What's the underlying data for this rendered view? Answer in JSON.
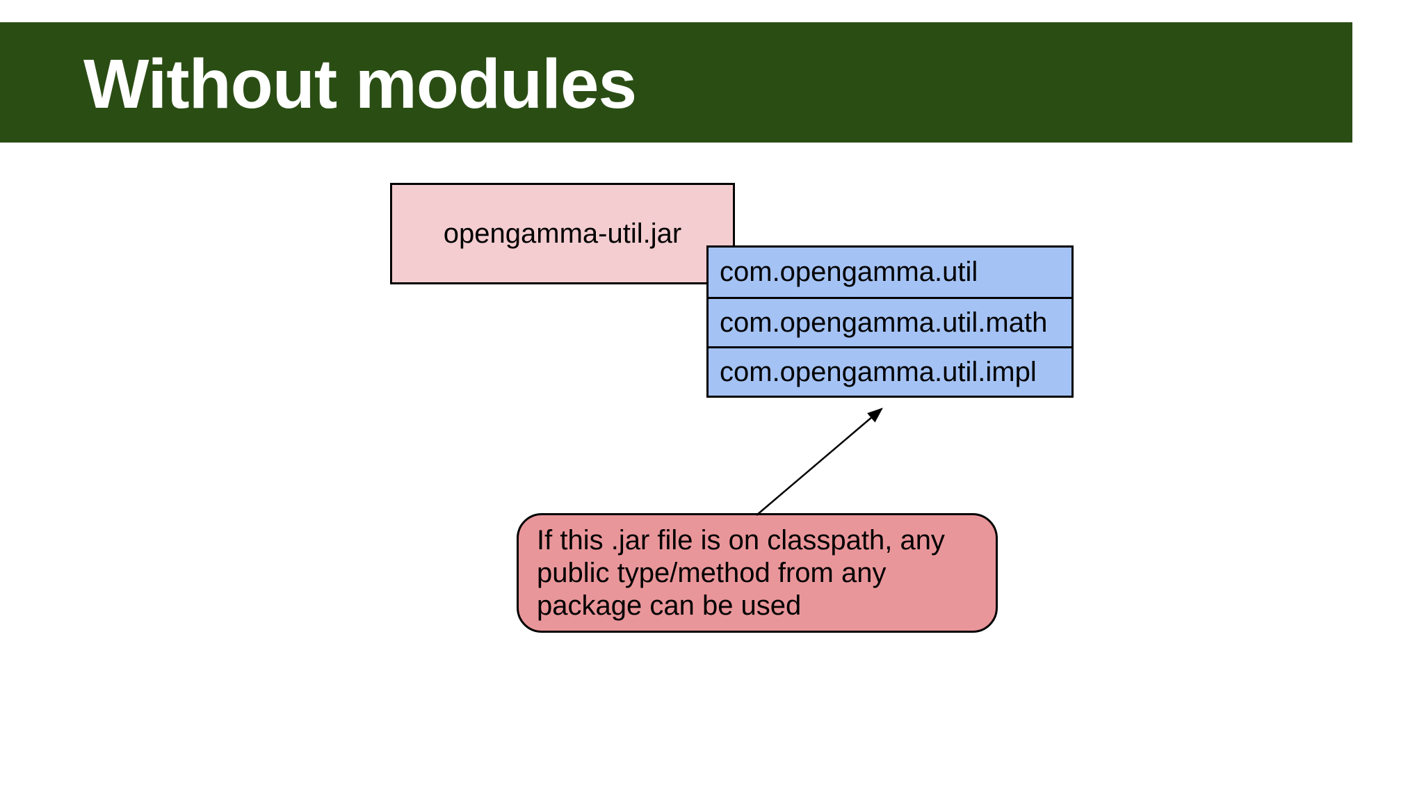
{
  "slide": {
    "title": "Without modules",
    "colors": {
      "background": "#ffffff",
      "banner": "#2a4d14",
      "title_text": "#ffffff",
      "jar_box_fill": "#f4cdd0",
      "package_fill": "#a4c2f4",
      "callout_fill": "#e9969a",
      "outline": "#000000"
    }
  },
  "diagram": {
    "jar_box": {
      "label": "opengamma-util.jar"
    },
    "packages": [
      {
        "label": "com.opengamma.util"
      },
      {
        "label": "com.opengamma.util.math"
      },
      {
        "label": "com.opengamma.util.impl"
      }
    ],
    "callout": {
      "lines": [
        "If this .jar file is on classpath, any",
        "public type/method from any",
        "package can be used"
      ]
    },
    "arrow": {
      "from": "callout",
      "to": "package-stack"
    }
  }
}
